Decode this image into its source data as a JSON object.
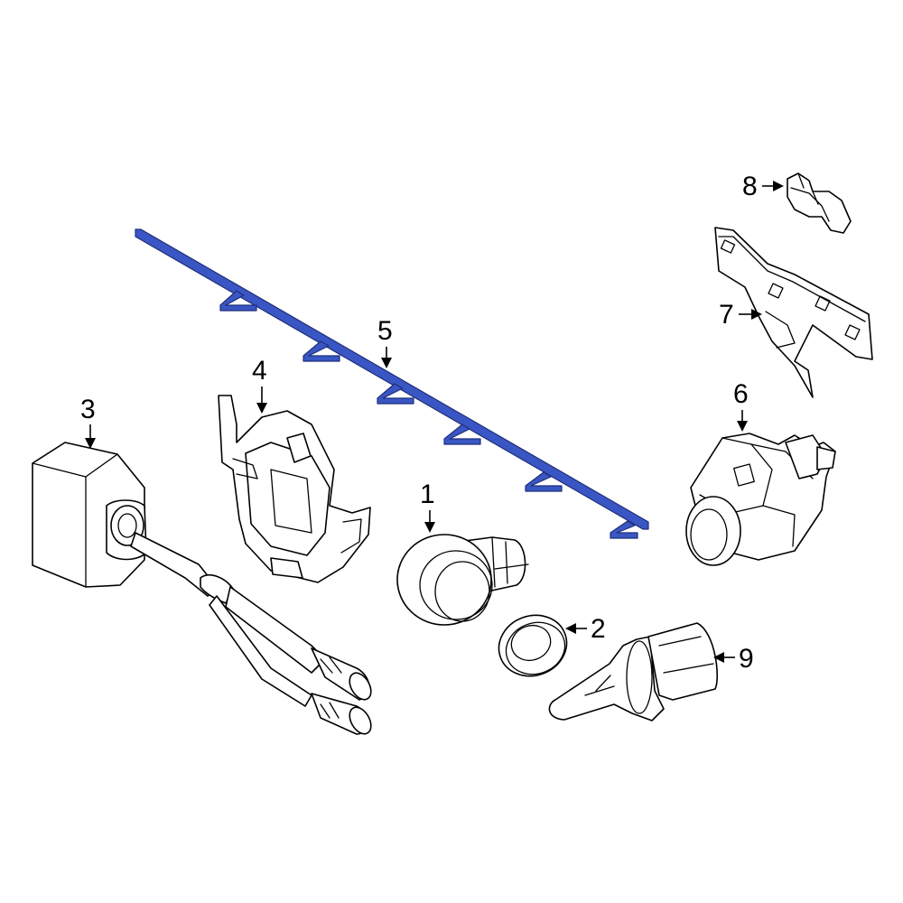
{
  "colors": {
    "background": "#ffffff",
    "line": "#000000",
    "highlight_fill": "#3a56c4",
    "highlight_stroke": "#1f2f7a"
  },
  "callouts": [
    {
      "id": "1",
      "label": "1"
    },
    {
      "id": "2",
      "label": "2"
    },
    {
      "id": "3",
      "label": "3"
    },
    {
      "id": "4",
      "label": "4"
    },
    {
      "id": "5",
      "label": "5"
    },
    {
      "id": "6",
      "label": "6"
    },
    {
      "id": "7",
      "label": "7"
    },
    {
      "id": "8",
      "label": "8"
    },
    {
      "id": "9",
      "label": "9"
    }
  ]
}
